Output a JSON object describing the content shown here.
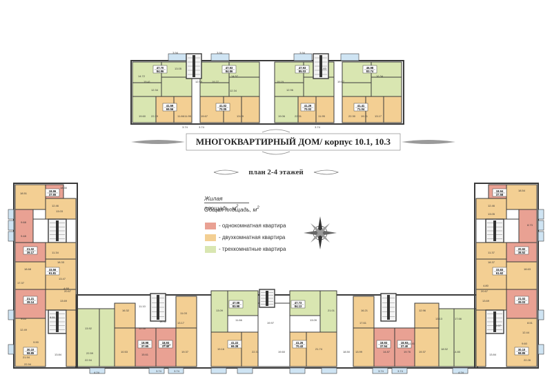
{
  "title": "МНОГОКВАРТИРНЫЙ ДОМ/ корпус 10.1, 10.3",
  "subtitle": "план 2-4 этажей",
  "area_legend": {
    "living": "Жилая площадь, м",
    "total": "Общая площадь, м",
    "unit_sup": "2"
  },
  "apartment_types": [
    {
      "label": "- однокомнатная квартира",
      "color": "#e9a193"
    },
    {
      "label": "- двухкомнатная квартира",
      "color": "#f3cf93"
    },
    {
      "label": "- трехкомнатные квартира",
      "color": "#d9e6b1"
    }
  ],
  "colors": {
    "one_room": "#e9a193",
    "two_room": "#f3cf93",
    "three_room": "#d9e6b1",
    "balcony": "#cfe4f3",
    "wall": "#3a3a3a",
    "stair": "#f4f4f4"
  },
  "top_apartments": [
    {
      "living": "47.70",
      "total": "84.86",
      "type": "three_room"
    },
    {
      "living": "47.93",
      "total": "84.86",
      "type": "three_room"
    },
    {
      "living": "47.93",
      "total": "85.03",
      "type": "three_room"
    },
    {
      "living": "46.98",
      "total": "83.74",
      "type": "three_room"
    },
    {
      "living": "41.59",
      "total": "69.56",
      "type": "two_room"
    },
    {
      "living": "41.02",
      "total": "70.05",
      "type": "two_room"
    },
    {
      "living": "41.29",
      "total": "70.02",
      "type": "two_room"
    },
    {
      "living": "41.41",
      "total": "71.04",
      "type": "two_room"
    }
  ],
  "top_rooms": [
    "14.72",
    "19.41",
    "12.34",
    "13.05",
    "12.95",
    "19.27",
    "14.57",
    "12.34",
    "19.19",
    "12.96",
    "11.83",
    "19.67",
    "16.34",
    "19.60",
    "22.39",
    "11.66",
    "11.95",
    "19.67",
    "13.09",
    "19.06",
    "22.31",
    "11.95",
    "22.30",
    "19.31",
    "13.17",
    "3.94",
    "3.94",
    "3.94",
    "3.74",
    "3.74",
    "3.74"
  ],
  "bottom_apartments": [
    {
      "living": "47.08",
      "total": "83.98",
      "type": "three_room"
    },
    {
      "living": "47.73",
      "total": "84.13",
      "type": "three_room"
    },
    {
      "living": "41.22",
      "total": "69.38",
      "type": "two_room"
    },
    {
      "living": "41.26",
      "total": "70.43",
      "type": "two_room"
    },
    {
      "living": "18.98",
      "total": "37.65",
      "type": "one_room"
    },
    {
      "living": "18.93",
      "total": "37.40",
      "type": "one_room"
    },
    {
      "living": "18.93",
      "total": "37.54",
      "type": "one_room"
    },
    {
      "living": "18.93",
      "total": "37.40",
      "type": "one_room"
    }
  ],
  "bottom_rooms": [
    "16.32",
    "11.10",
    "12.46",
    "13.17",
    "11.03",
    "15.61",
    "21.14",
    "19.37",
    "10.53",
    "18.32",
    "13.09",
    "19.16",
    "22.31",
    "11.66",
    "19.97",
    "19.60",
    "21.74",
    "21.01",
    "13.09",
    "18.50",
    "16.21",
    "17.61",
    "13.99",
    "14.87",
    "19.76",
    "12.96",
    "19.37",
    "21.41",
    "18.52",
    "13.13",
    "17.66",
    "14.80",
    "13.92",
    "22.59",
    "22.94",
    "3.74",
    "3.74",
    "3.74",
    "3.74",
    "4.24",
    "4.24"
  ],
  "left_wing_apartments": [
    {
      "living": "18.96",
      "total": "37.65",
      "type": "one_room"
    },
    {
      "living": "21.02",
      "total": "39.17",
      "type": "one_room"
    },
    {
      "living": "21.21",
      "total": "39.14",
      "type": "one_room"
    },
    {
      "living": "33.56",
      "total": "61.81",
      "type": "two_room"
    },
    {
      "living": "30.10",
      "total": "58.85",
      "type": "two_room"
    }
  ],
  "left_wing_rooms": [
    "18.30",
    "18.51",
    "12.46",
    "13.03",
    "9.68",
    "9.48",
    "11.34",
    "18.33",
    "17.37",
    "18.68",
    "13.47",
    "13.69",
    "20.67",
    "9.65",
    "8.51",
    "12.49",
    "9.90",
    "21.94",
    "22.94",
    "13.84",
    "4.88"
  ],
  "right_wing_apartments": [
    {
      "living": "18.94",
      "total": "37.58",
      "type": "one_room"
    },
    {
      "living": "20.92",
      "total": "38.52",
      "type": "one_room"
    },
    {
      "living": "21.02",
      "total": "39.03",
      "type": "one_room"
    },
    {
      "living": "33.83",
      "total": "61.62",
      "type": "two_room"
    },
    {
      "living": "30.10",
      "total": "58.85",
      "type": "two_room"
    }
  ],
  "right_wing_rooms": [
    "18.54",
    "12.46",
    "13.05",
    "8.73",
    "11.37",
    "18.37",
    "18.63",
    "13.69",
    "20.67",
    "8.51",
    "9.97",
    "12.44",
    "13.84",
    "9.60",
    "22.26",
    "4.80"
  ]
}
